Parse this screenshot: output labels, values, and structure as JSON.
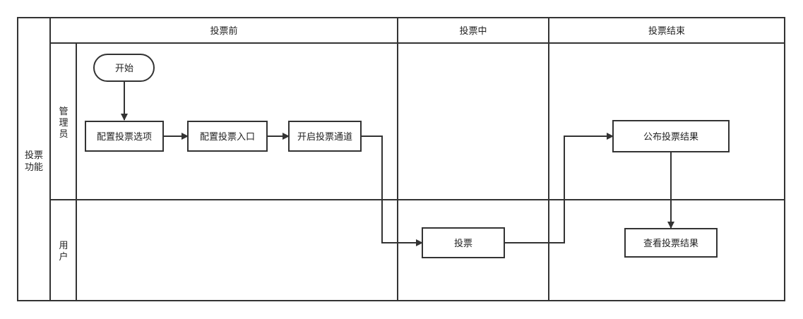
{
  "diagram": {
    "title_lines": [
      "投票",
      "功能"
    ],
    "phases": [
      "投票前",
      "投票中",
      "投票结束"
    ],
    "lanes": {
      "admin_chars": [
        "管",
        "理",
        "员"
      ],
      "user_chars": [
        "用",
        "户"
      ]
    },
    "nodes": {
      "start": "开始",
      "config_options": "配置投票选项",
      "config_entry": "配置投票入口",
      "open_channel": "开启投票通道",
      "vote": "投票",
      "publish_result": "公布投票结果",
      "view_result": "查看投票结果"
    },
    "edges": [
      [
        "start",
        "config_options"
      ],
      [
        "config_options",
        "config_entry"
      ],
      [
        "config_entry",
        "open_channel"
      ],
      [
        "open_channel",
        "vote"
      ],
      [
        "vote",
        "publish_result"
      ],
      [
        "publish_result",
        "view_result"
      ]
    ]
  }
}
